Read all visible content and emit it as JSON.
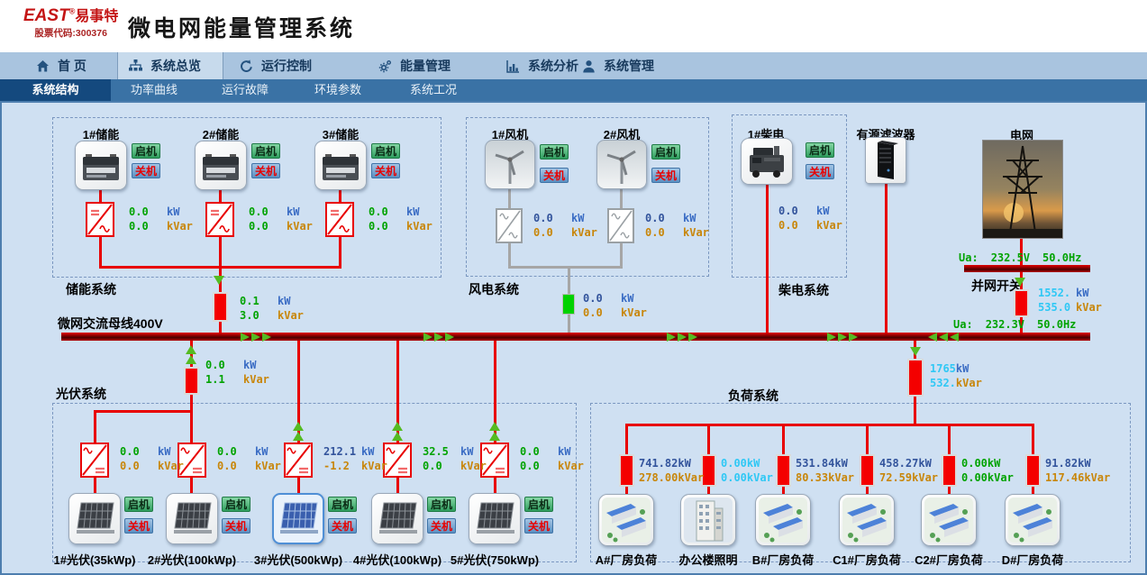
{
  "colors": {
    "accent_nav": "#a9c4df",
    "subnav": "#3a72a5",
    "subnav_active": "#14497e",
    "canvas": "#cfe0f2",
    "line_red": "#e80000",
    "line_gray": "#a6a6a6",
    "bus_red": "#930000",
    "breaker_red": "#f40000",
    "breaker_green": "#00d200",
    "arrow_green": "#55bb22",
    "value_green": "#00a300",
    "value_navy": "#33549c",
    "value_blue": "#3a6cc4",
    "value_orange": "#c8860a",
    "value_cyan": "#2fc8f5",
    "brand_red": "#c41414"
  },
  "header": {
    "brand": "EAST",
    "brand_reg": "®",
    "brand_cn": "易事特",
    "stock": "股票代码:300376",
    "title": "微电网能量管理系统"
  },
  "nav": {
    "items": [
      {
        "label": "首 页",
        "icon": "home-icon"
      },
      {
        "label": "系统总览",
        "icon": "sitemap-icon"
      },
      {
        "label": "运行控制",
        "icon": "refresh-icon"
      },
      {
        "label": "能量管理",
        "icon": "gears-icon"
      },
      {
        "label": "系统分析",
        "icon": "bar-chart-icon"
      },
      {
        "label": "系统管理",
        "icon": "user-icon"
      }
    ]
  },
  "subnav": {
    "items": [
      {
        "label": "系统结构"
      },
      {
        "label": "功率曲线"
      },
      {
        "label": "运行故障"
      },
      {
        "label": "环境参数"
      },
      {
        "label": "系统工况"
      }
    ]
  },
  "controls": {
    "start": "启机",
    "stop": "关机"
  },
  "bus_label": "微网交流母线400V",
  "storage": {
    "label": "储能系统",
    "units": [
      {
        "name": "1#储能",
        "kw": {
          "num": "0.0",
          "unit": "kW",
          "nc": "green",
          "uc": "blue"
        },
        "kvar": {
          "num": "0.0",
          "unit": "kVar",
          "nc": "green",
          "uc": "orange"
        }
      },
      {
        "name": "2#储能",
        "kw": {
          "num": "0.0",
          "unit": "kW",
          "nc": "green",
          "uc": "blue"
        },
        "kvar": {
          "num": "0.0",
          "unit": "kVar",
          "nc": "green",
          "uc": "orange"
        }
      },
      {
        "name": "3#储能",
        "kw": {
          "num": "0.0",
          "unit": "kW",
          "nc": "green",
          "uc": "blue"
        },
        "kvar": {
          "num": "0.0",
          "unit": "kVar",
          "nc": "green",
          "uc": "orange"
        }
      }
    ],
    "feeder": {
      "kw": {
        "num": "0.1",
        "unit": "kW",
        "nc": "green",
        "uc": "blue"
      },
      "kvar": {
        "num": "3.0",
        "unit": "kVar",
        "nc": "green",
        "uc": "orange"
      }
    }
  },
  "wind": {
    "label": "风电系统",
    "units": [
      {
        "name": "1#风机",
        "kw": {
          "num": "0.0",
          "unit": "kW",
          "nc": "navy",
          "uc": "blue"
        },
        "kvar": {
          "num": "0.0",
          "unit": "kVar",
          "nc": "orange",
          "uc": "orange"
        }
      },
      {
        "name": "2#风机",
        "kw": {
          "num": "0.0",
          "unit": "kW",
          "nc": "navy",
          "uc": "blue"
        },
        "kvar": {
          "num": "0.0",
          "unit": "kVar",
          "nc": "orange",
          "uc": "orange"
        }
      }
    ],
    "feeder": {
      "kw": {
        "num": "0.0",
        "unit": "kW",
        "nc": "navy",
        "uc": "blue"
      },
      "kvar": {
        "num": "0.0",
        "unit": "kVar",
        "nc": "orange",
        "uc": "orange"
      }
    }
  },
  "diesel": {
    "label": "柴电系统",
    "units": [
      {
        "name": "1#柴电",
        "kw": {
          "num": "0.0",
          "unit": "kW",
          "nc": "navy",
          "uc": "blue"
        },
        "kvar": {
          "num": "0.0",
          "unit": "kVar",
          "nc": "orange",
          "uc": "orange"
        }
      }
    ]
  },
  "filter": {
    "label": "有源滤波器"
  },
  "grid": {
    "label": "电网",
    "ua_top": {
      "prefix": "Ua:",
      "volt": "232.5V",
      "freq": "50.0Hz"
    },
    "switch_label": "并网开关",
    "feeder": {
      "kw": {
        "num": "1552.",
        "unit": "kW",
        "nc": "cyan",
        "uc": "blue"
      },
      "kvar": {
        "num": "535.0",
        "unit": "kVar",
        "nc": "cyan",
        "uc": "orange"
      }
    },
    "ua_bus": {
      "prefix": "Ua:",
      "volt": "232.3V",
      "freq": "50.0Hz"
    }
  },
  "pv": {
    "label": "光伏系统",
    "feeder": {
      "kw": {
        "num": "0.0",
        "unit": "kW",
        "nc": "green",
        "uc": "blue"
      },
      "kvar": {
        "num": "1.1",
        "unit": "kVar",
        "nc": "green",
        "uc": "orange"
      }
    },
    "units": [
      {
        "name": "1#光伏(35kWp)",
        "kw": {
          "num": "0.0",
          "unit": "kW",
          "nc": "green",
          "uc": "blue"
        },
        "kvar": {
          "num": "0.0",
          "unit": "kVar",
          "nc": "orange",
          "uc": "orange"
        }
      },
      {
        "name": "2#光伏(100kWp)",
        "kw": {
          "num": "0.0",
          "unit": "kW",
          "nc": "green",
          "uc": "blue"
        },
        "kvar": {
          "num": "0.0",
          "unit": "kVar",
          "nc": "orange",
          "uc": "orange"
        }
      },
      {
        "name": "3#光伏(500kWp)",
        "kw": {
          "num": "212.1",
          "unit": "kW",
          "nc": "navy",
          "uc": "blue"
        },
        "kvar": {
          "num": "-1.2",
          "unit": "kVar",
          "nc": "orange",
          "uc": "orange"
        }
      },
      {
        "name": "4#光伏(100kWp)",
        "kw": {
          "num": "32.5",
          "unit": "kW",
          "nc": "green",
          "uc": "blue"
        },
        "kvar": {
          "num": "0.0",
          "unit": "kVar",
          "nc": "green",
          "uc": "orange"
        }
      },
      {
        "name": "5#光伏(750kWp)",
        "kw": {
          "num": "0.0",
          "unit": "kW",
          "nc": "green",
          "uc": "blue"
        },
        "kvar": {
          "num": "0.0",
          "unit": "kVar",
          "nc": "green",
          "uc": "orange"
        }
      }
    ]
  },
  "load": {
    "label": "负荷系统",
    "feeder": {
      "kw": {
        "num": "1765",
        "unit": "kW",
        "nc": "cyan",
        "uc": "blue"
      },
      "kvar": {
        "num": "532.",
        "unit": "kVar",
        "nc": "cyan",
        "uc": "orange"
      }
    },
    "units": [
      {
        "name": "A#厂房负荷",
        "kw": {
          "num": "741.82",
          "unit": "kW",
          "nc": "navy",
          "uc": "navy"
        },
        "kvar": {
          "num": "278.00",
          "unit": "kVar",
          "nc": "orange",
          "uc": "orange"
        }
      },
      {
        "name": "办公楼照明",
        "kw": {
          "num": "0.00",
          "unit": "kW",
          "nc": "cyan",
          "uc": "cyan"
        },
        "kvar": {
          "num": "0.00",
          "unit": "kVar",
          "nc": "cyan",
          "uc": "cyan"
        }
      },
      {
        "name": "B#厂房负荷",
        "kw": {
          "num": "531.84",
          "unit": "kW",
          "nc": "navy",
          "uc": "navy"
        },
        "kvar": {
          "num": "80.33",
          "unit": "kVar",
          "nc": "orange",
          "uc": "orange"
        }
      },
      {
        "name": "C1#厂房负荷",
        "kw": {
          "num": "458.27",
          "unit": "kW",
          "nc": "navy",
          "uc": "navy"
        },
        "kvar": {
          "num": "72.59",
          "unit": "kVar",
          "nc": "orange",
          "uc": "orange"
        }
      },
      {
        "name": "C2#厂房负荷",
        "kw": {
          "num": "0.00",
          "unit": "kW",
          "nc": "green",
          "uc": "green"
        },
        "kvar": {
          "num": "0.00",
          "unit": "kVar",
          "nc": "green",
          "uc": "green"
        }
      },
      {
        "name": "D#厂房负荷",
        "kw": {
          "num": "91.82",
          "unit": "kW",
          "nc": "navy",
          "uc": "navy"
        },
        "kvar": {
          "num": "117.46",
          "unit": "kVar",
          "nc": "orange",
          "uc": "orange"
        }
      }
    ]
  }
}
